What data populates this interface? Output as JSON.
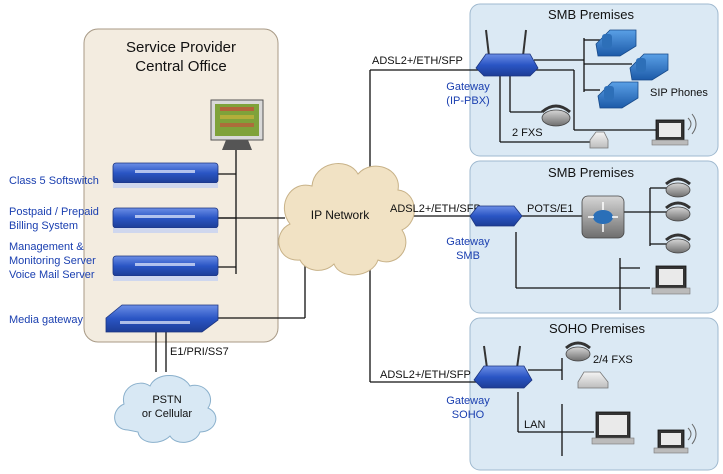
{
  "central_office": {
    "title_line1": "Service Provider",
    "title_line2": "Central Office",
    "servers": [
      {
        "line1": "Class 5 Softswitch",
        "line2": "",
        "line3": ""
      },
      {
        "line1": "Postpaid / Prepaid",
        "line2": "Billing System",
        "line3": ""
      },
      {
        "line1": "Management &",
        "line2": "Monitoring Server",
        "line3": "Voice Mail Server"
      }
    ],
    "media_gateway": "Media gateway"
  },
  "pstn": {
    "link": "E1/PRI/SS7",
    "cloud_line1": "PSTN",
    "cloud_line2": "or Cellular"
  },
  "ip_network": {
    "label": "IP Network"
  },
  "premises": [
    {
      "title": "SMB Premises",
      "link": "ADSL2+/ETH/SFP",
      "gateway_line1": "Gateway",
      "gateway_line2": "(IP-PBX)",
      "fxs": "2 FXS",
      "phones_label": "SIP Phones"
    },
    {
      "title": "SMB Premises",
      "link": "ADSL2+/ETH/SFP",
      "gateway_line1": "Gateway",
      "gateway_line2": "SMB",
      "pots": "POTS/E1"
    },
    {
      "title": "SOHO Premises",
      "link": "ADSL2+/ETH/SFP",
      "gateway_line1": "Gateway",
      "gateway_line2": "SOHO",
      "fxs": "2/4 FXS",
      "lan": "LAN"
    }
  ],
  "colors": {
    "office_fill": "#f3ece0",
    "premises_fill": "#dbe9f4",
    "cloud_fill": "#f1e2c4",
    "pstn_cloud_fill": "#d8e8f4",
    "device_blue": "#2a55c4",
    "label_blue": "#1a3fb0"
  }
}
